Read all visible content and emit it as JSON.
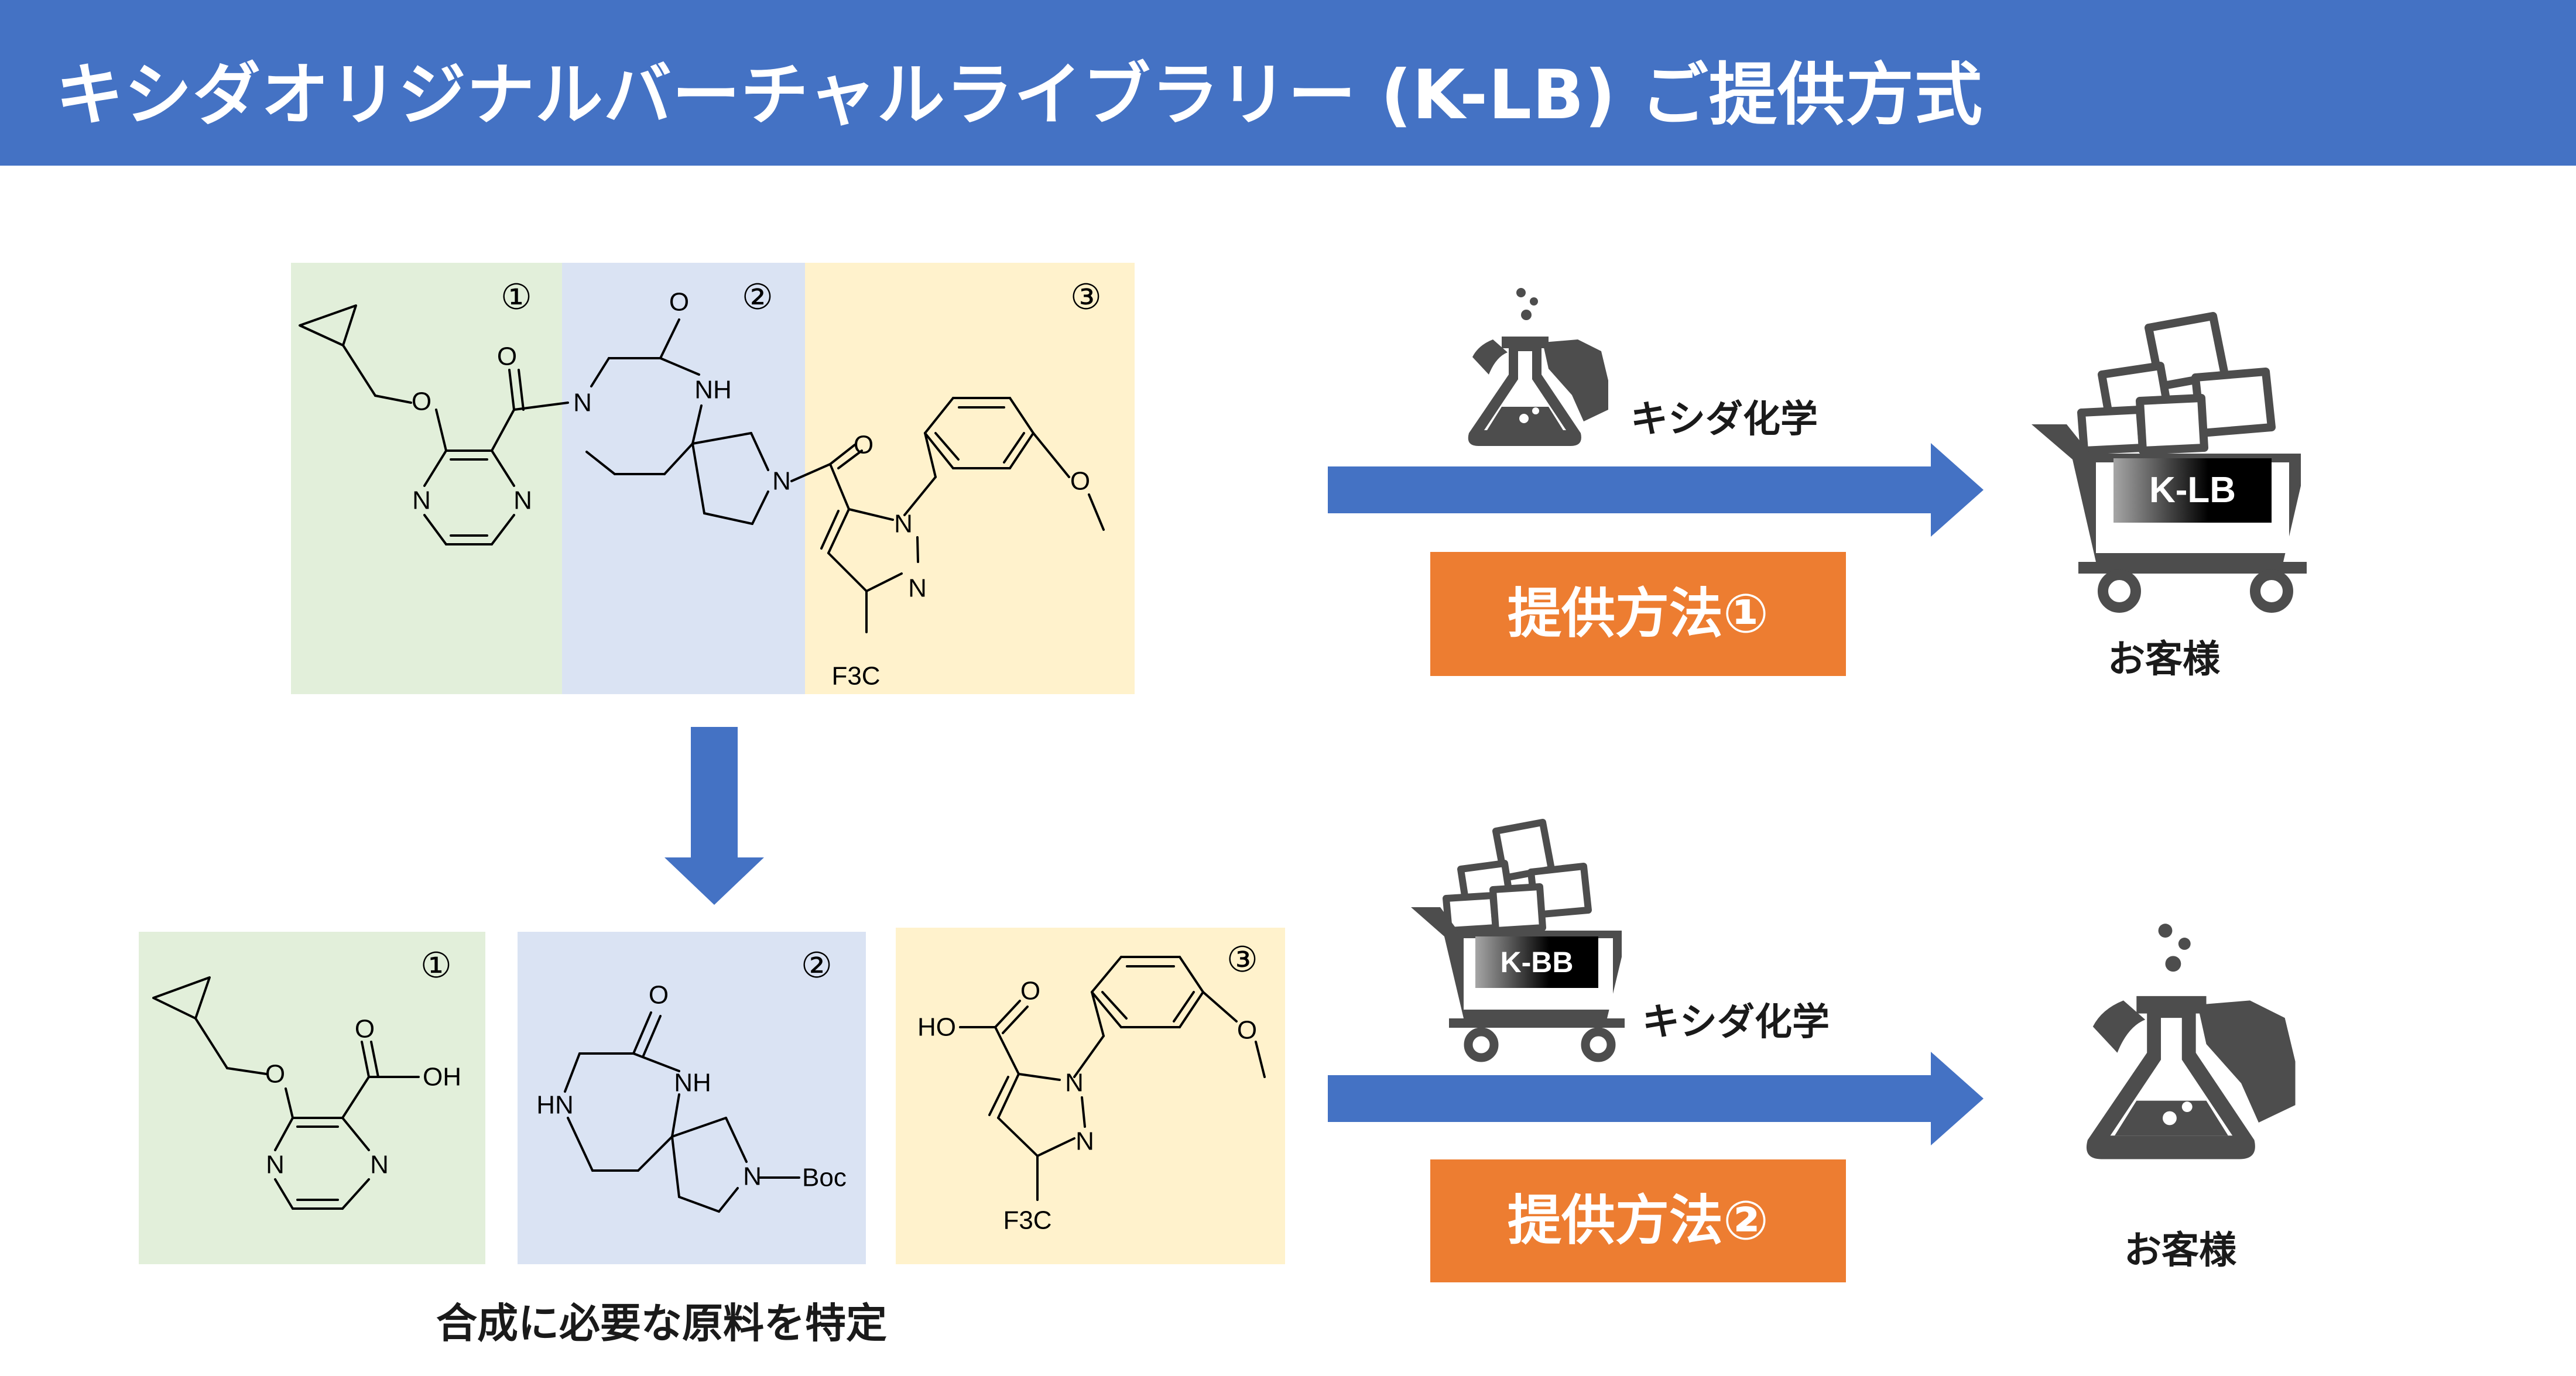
{
  "title": "キシダオリジナルバーチャルライブラリー (K-LB) ご提供方式",
  "top_molecule": {
    "segment_numbers": [
      "①",
      "②",
      "③"
    ],
    "atom_labels": {
      "o_ether": "O",
      "n1": "N",
      "n2": "N",
      "o_carbonyl_left": "O",
      "o_lactam": "O",
      "n_amide": "N",
      "nh": "NH",
      "n_pyrrolidine": "N",
      "o_carbonyl_right": "O",
      "n_pyrazole_1": "N",
      "n_pyrazole_2": "N",
      "o_methoxy": "O",
      "cf3": "F3C"
    }
  },
  "building_blocks": [
    {
      "number": "①",
      "labels": {
        "o_ether": "O",
        "o_acid": "O",
        "oh": "OH",
        "n1": "N",
        "n2": "N"
      }
    },
    {
      "number": "②",
      "labels": {
        "o_lactam": "O",
        "nh": "NH",
        "hn": "HN",
        "n_boc": "N",
        "boc": "Boc"
      }
    },
    {
      "number": "③",
      "labels": {
        "ho": "HO",
        "o_acid": "O",
        "n_pyrazole_1": "N",
        "n_pyrazole_2": "N",
        "o_methoxy": "O",
        "cf3": "F3C"
      }
    }
  ],
  "caption": "合成に必要な原料を特定",
  "method1": {
    "supplier": "キシダ化学",
    "label": "提供方法①",
    "cart_badge": "K-LB",
    "customer": "お客様"
  },
  "method2": {
    "supplier": "キシダ化学",
    "label": "提供方法②",
    "cart_badge": "K-BB",
    "customer": "お客様"
  },
  "colors": {
    "title_bar": "#4472C4",
    "arrow": "#4472C4",
    "method_box": "#ED7D31",
    "panel_green": "#E2EFDA",
    "panel_blue": "#DAE3F3",
    "panel_yellow": "#FFF2CC",
    "icon_gray": "#4d4d4d"
  },
  "icons": [
    "flask-hand-icon",
    "shopping-cart-icon",
    "box-icon"
  ]
}
